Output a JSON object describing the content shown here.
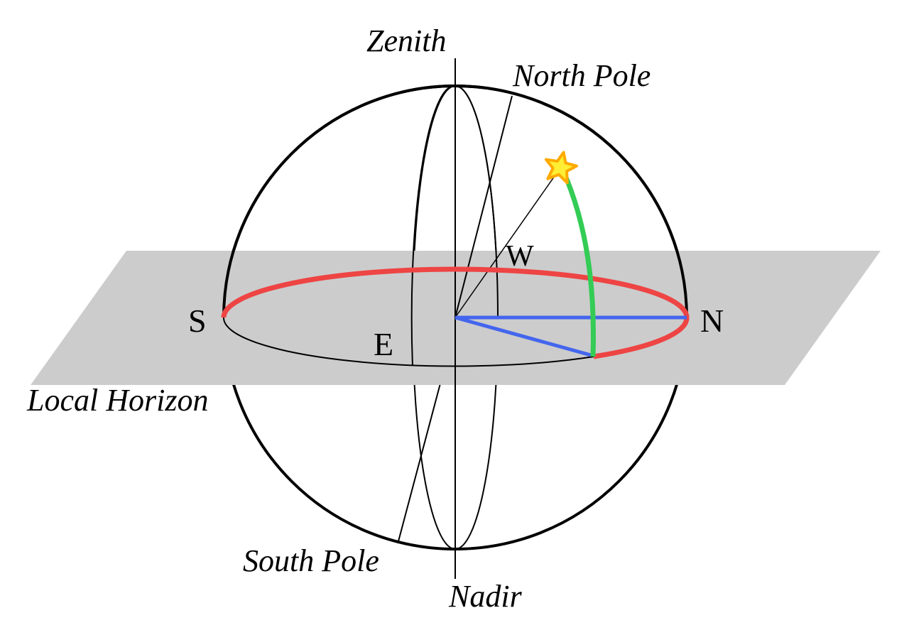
{
  "labels": {
    "zenith": "Zenith",
    "nadir": "Nadir",
    "north_pole": "North Pole",
    "south_pole": "South Pole",
    "local_horizon": "Local Horizon",
    "south": "S",
    "north": "N",
    "east": "E",
    "west": "W"
  },
  "colors": {
    "horizon_plane": "#cccccc",
    "horizon_circle_visible": "#ee4444",
    "altitude_arc": "#33cc55",
    "azimuth_lines": "#4466ee",
    "star_fill": "#ffee33",
    "star_stroke": "#ffaa00",
    "sphere": "#000000"
  },
  "icons": {
    "star": "star-icon"
  }
}
